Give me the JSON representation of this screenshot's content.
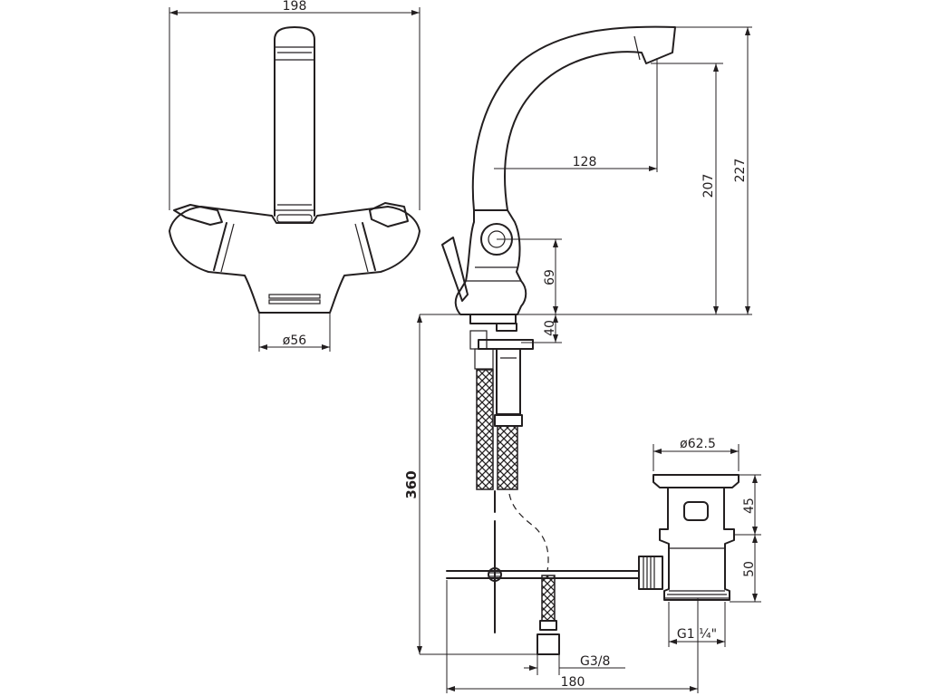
{
  "dimensions": {
    "width_198": "198",
    "base_dia": "ø56",
    "spout_reach": "128",
    "spout_height": "207",
    "total_height": "227",
    "lever_height": "69",
    "deck_40": "40",
    "hose_length": "360",
    "waste_dia": "ø62.5",
    "waste_45": "45",
    "waste_50": "50",
    "waste_thread": "G1 ¼\"",
    "hose_thread": "G3/8",
    "rod_180": "180"
  },
  "colors": {
    "line": "#231f20",
    "background": "#ffffff"
  }
}
